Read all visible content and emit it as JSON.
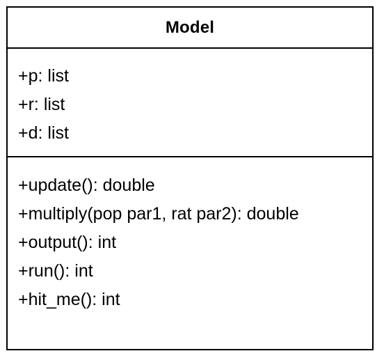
{
  "class_box": {
    "name": "Model",
    "attributes": [
      "+p: list",
      "+r: list",
      "+d: list"
    ],
    "methods": [
      "+update(): double",
      "+multiply(pop par1, rat par2): double",
      "+output(): int",
      "+run(): int",
      "+hit_me(): int"
    ]
  }
}
